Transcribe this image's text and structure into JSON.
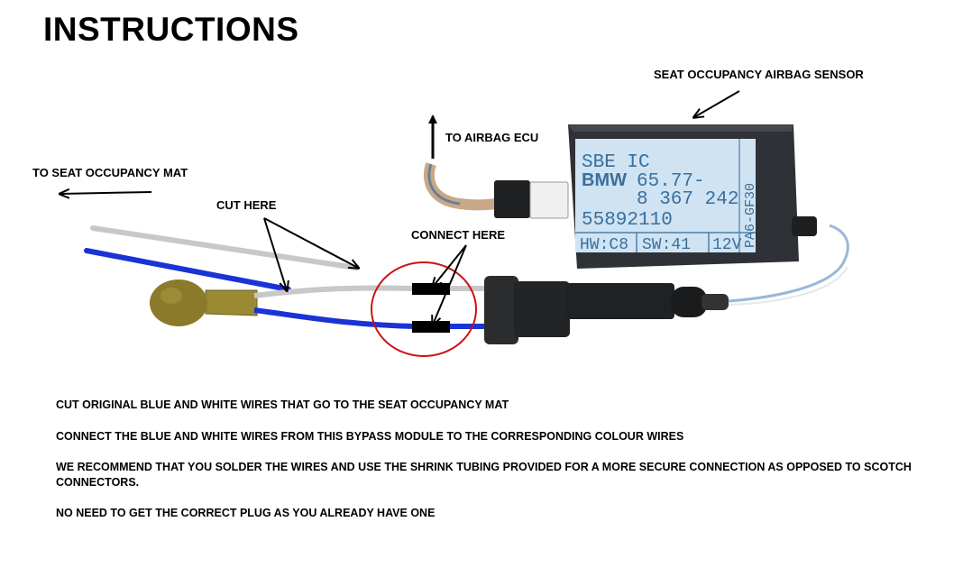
{
  "title": "INSTRUCTIONS",
  "labels": {
    "sensor": "SEAT OCCUPANCY AIRBAG SENSOR",
    "ecu": "TO AIRBAG ECU",
    "mat": "TO SEAT OCCUPANCY MAT",
    "cut": "CUT HERE",
    "connect": "CONNECT HERE"
  },
  "sensor_label": {
    "line1": "SBE IC",
    "brand": "BMW",
    "part_a": "65.77-",
    "part_b": "8 367 242",
    "serial": "55892110",
    "hw": "HW:C8",
    "sw": "SW:41",
    "voltage": "12V",
    "material": "PA6-GF30"
  },
  "instructions": [
    "CUT ORIGINAL BLUE AND WHITE WIRES THAT GO TO THE SEAT OCCUPANCY MAT",
    "CONNECT THE BLUE AND WHITE WIRES FROM THIS BYPASS MODULE TO THE CORRESPONDING COLOUR WIRES",
    "WE RECOMMEND THAT YOU SOLDER THE WIRES AND USE THE SHRINK TUBING PROVIDED FOR A MORE SECURE CONNECTION AS OPPOSED TO SCOTCH CONNECTORS.",
    "NO NEED TO GET THE CORRECT PLUG AS YOU ALREADY HAVE ONE"
  ],
  "colors": {
    "blue_wire": "#1a33d6",
    "white_wire": "#c8c8c8",
    "circle": "#cc1111",
    "sensor_body": "#2e3236",
    "label_plate": "#cfe3f2",
    "module": "#8a7a2a"
  }
}
